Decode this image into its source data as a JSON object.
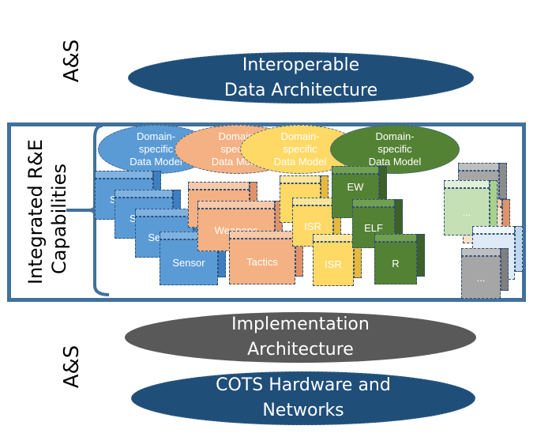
{
  "top_label": "A&S",
  "bottom_label": "A&S",
  "interop": {
    "line1": "Interoperable",
    "line2": "Data Architecture"
  },
  "side_label": {
    "line1": "Integrated R&E",
    "line2": "Capabilities"
  },
  "domain_models": [
    {
      "line1": "Domain-",
      "line2": "specific",
      "line3": "Data Model"
    },
    {
      "line1": "Domain-",
      "line2": "specific",
      "line3": "Data Model"
    },
    {
      "line1": "Domain-",
      "line2": "specific",
      "line3": "Data Model"
    },
    {
      "line1": "Domain-",
      "line2": "specific",
      "line3": "Data Model"
    }
  ],
  "sensor_stack": [
    "Sen",
    "Se",
    "Sensor",
    "Sensor"
  ],
  "weapons_stack": [
    "",
    "Weapons",
    "Tactics"
  ],
  "isr_stack": [
    "",
    "ISR",
    "ISR"
  ],
  "green_stack": [
    "EW",
    "ELF",
    "R"
  ],
  "misc_stack": [
    "",
    "...",
    "",
    "..."
  ],
  "implementation": {
    "line1": "Implementation",
    "line2": "Architecture"
  },
  "cots": {
    "line1": "COTS Hardware and",
    "line2": "Networks"
  },
  "colors": {
    "dark_blue": "#1f4e79",
    "frame_blue": "#41719c",
    "sensor_blue": "#5b9bd5",
    "salmon": "#f4b183",
    "yellow": "#ffd966",
    "green": "#548235",
    "gray": "#595959",
    "light_gray": "#a6a6a6"
  }
}
